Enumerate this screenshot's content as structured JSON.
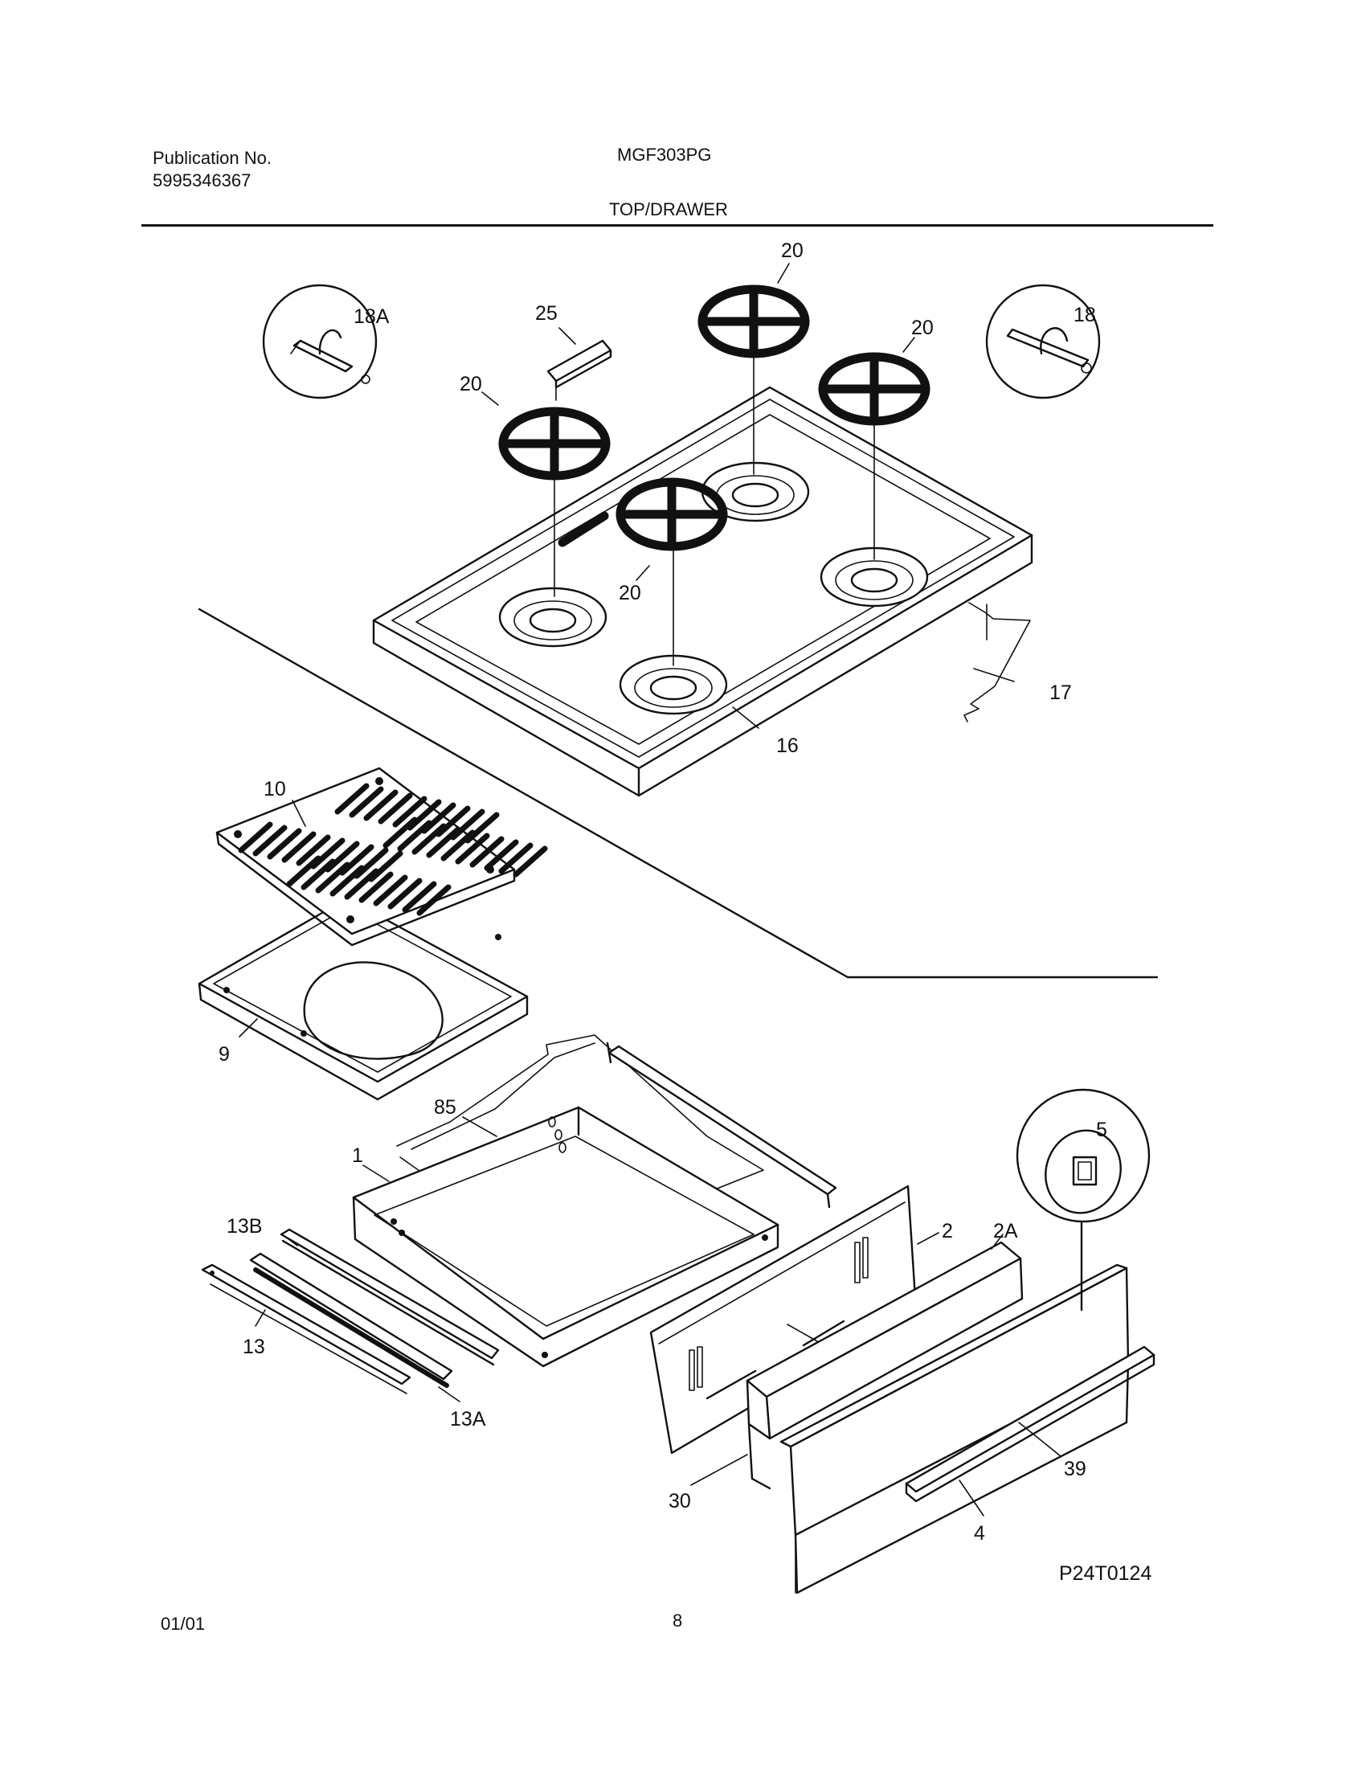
{
  "header": {
    "publication_label": "Publication No.",
    "publication_number": "5995346367",
    "model": "MGF303PG",
    "section_title": "TOP/DRAWER"
  },
  "callouts": {
    "p20a": "20",
    "p20b": "20",
    "p20c": "20",
    "p20d": "20",
    "p25": "25",
    "p18a": "18A",
    "p18": "18",
    "p17": "17",
    "p16": "16",
    "p10": "10",
    "p9": "9",
    "p85": "85",
    "p1": "1",
    "p13b": "13B",
    "p13": "13",
    "p13a": "13A",
    "p2": "2",
    "p2a": "2A",
    "p5": "5",
    "p30": "30",
    "p39": "39",
    "p4": "4"
  },
  "diagram_code": "P24T0124",
  "footer": {
    "date": "01/01",
    "page": "8"
  }
}
